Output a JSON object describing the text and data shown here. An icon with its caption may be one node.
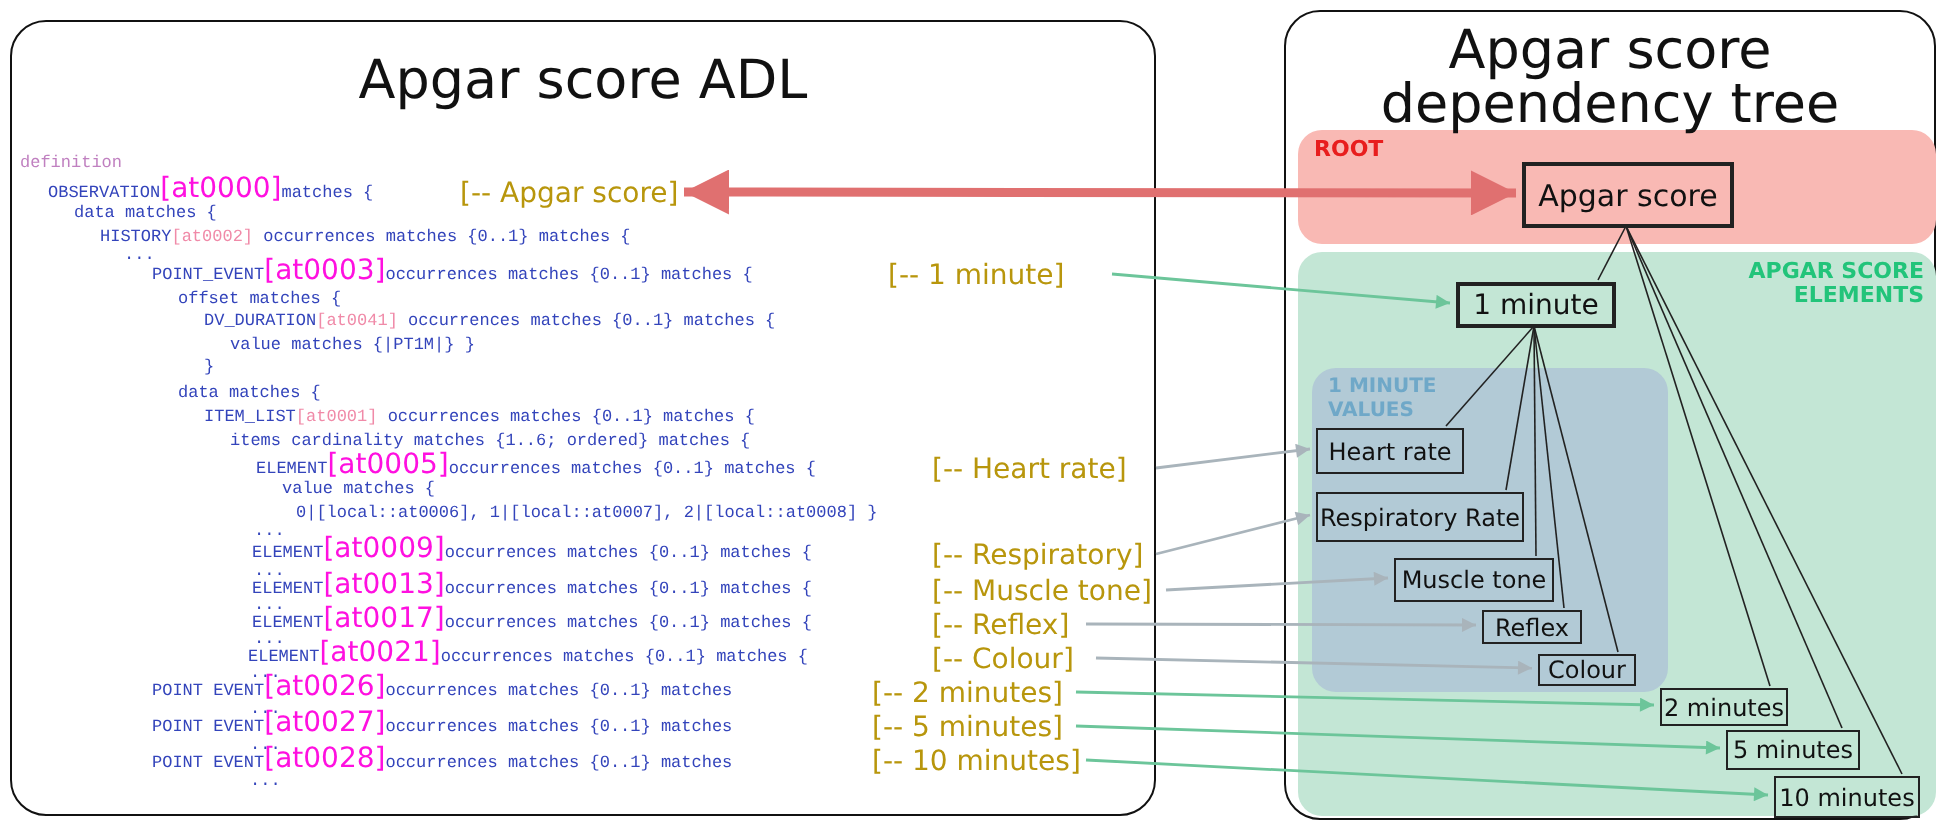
{
  "diagram": {
    "nodes": [
      {
        "text": [
          "Apgar score ADL"
        ]
      },
      {
        "text": [
          "[-- Apgar score]"
        ],
        "in": 0
      },
      {
        "text": [
          "[-- 1 minute]"
        ],
        "in": 0
      },
      {
        "text": [
          "[-- Heart rate]"
        ],
        "in": 0
      },
      {
        "text": [
          "[-- Respiratory]"
        ],
        "in": 0
      },
      {
        "text": [
          "[-- Muscle tone]"
        ],
        "in": 0
      },
      {
        "text": [
          "[-- Reflex]"
        ],
        "in": 0
      },
      {
        "text": [
          "[-- Colour]"
        ],
        "in": 0
      },
      {
        "text": [
          "[-- 2 minutes]"
        ],
        "in": 0
      },
      {
        "text": [
          "[-- 5 minutes]"
        ],
        "in": 0
      },
      {
        "text": [
          "[-- 10 minutes]"
        ],
        "in": 0
      },
      {
        "text": [
          "Apgar score dependency tree"
        ]
      },
      {
        "text": [
          "ROOT"
        ],
        "in": 11
      },
      {
        "text": [
          "Apgar score"
        ],
        "in": 12
      },
      {
        "text": [
          "APGAR SCORE ELEMENTS"
        ],
        "in": 11
      },
      {
        "text": [
          "1 minute"
        ],
        "in": 14
      },
      {
        "text": [
          "1 MINUTE VALUES"
        ],
        "in": 14
      },
      {
        "text": [
          "Heart rate"
        ],
        "in": 16
      },
      {
        "text": [
          "Respiratory Rate"
        ],
        "in": 16
      },
      {
        "text": [
          "Muscle tone"
        ],
        "in": 16
      },
      {
        "text": [
          "Reflex"
        ],
        "in": 16
      },
      {
        "text": [
          "Colour"
        ],
        "in": 16
      },
      {
        "text": [
          "2 minutes"
        ],
        "in": 14
      },
      {
        "text": [
          "5 minutes"
        ],
        "in": 14
      },
      {
        "text": [
          "10 minutes"
        ],
        "in": 14
      }
    ],
    "edges": [
      {
        "from": 13,
        "to": 15,
        "arrow": "none"
      },
      {
        "from": 13,
        "to": 22,
        "arrow": "none"
      },
      {
        "from": 13,
        "to": 23,
        "arrow": "none"
      },
      {
        "from": 13,
        "to": 24,
        "arrow": "none"
      },
      {
        "from": 15,
        "to": 17,
        "arrow": "none"
      },
      {
        "from": 15,
        "to": 18,
        "arrow": "none"
      },
      {
        "from": 15,
        "to": 19,
        "arrow": "none"
      },
      {
        "from": 15,
        "to": 20,
        "arrow": "none"
      },
      {
        "from": 15,
        "to": 21,
        "arrow": "none"
      },
      {
        "from": 1,
        "to": 13,
        "arrow": "both",
        "style": "thick",
        "color": "#e07070"
      },
      {
        "from": 2,
        "to": 15,
        "arrow": "to",
        "color": "#6cc59a"
      },
      {
        "from": 3,
        "to": 17,
        "arrow": "to",
        "color": "#a9b4bb"
      },
      {
        "from": 4,
        "to": 18,
        "arrow": "to",
        "color": "#a9b4bb"
      },
      {
        "from": 5,
        "to": 19,
        "arrow": "to",
        "color": "#a9b4bb"
      },
      {
        "from": 6,
        "to": 20,
        "arrow": "to",
        "color": "#a9b4bb"
      },
      {
        "from": 7,
        "to": 21,
        "arrow": "to",
        "color": "#a9b4bb"
      },
      {
        "from": 8,
        "to": 22,
        "arrow": "to",
        "color": "#6cc59a"
      },
      {
        "from": 9,
        "to": 23,
        "arrow": "to",
        "color": "#6cc59a"
      },
      {
        "from": 10,
        "to": 24,
        "arrow": "to",
        "color": "#6cc59a"
      }
    ],
    "labels": [
      "definition",
      "OBSERVATION[at0000]matches {",
      "data matches {",
      "HISTORY[at0002] occurrences matches {0..1} matches {",
      "...",
      "POINT_EVENT[at0003]occurrences matches {0..1} matches {",
      "offset matches {",
      "DV_DURATION[at0041] occurrences matches {0..1} matches {",
      "value matches {|PT1M|} }",
      "}",
      "data matches {",
      "ITEM_LIST[at0001] occurrences matches {0..1} matches {",
      "items cardinality matches {1..6; ordered} matches {",
      "ELEMENT[at0005]occurrences matches {0..1} matches {",
      "value matches {",
      "0|[local::at0006], 1|[local::at0007], 2|[local::at0008] }",
      "...",
      "ELEMENT[at0009]occurrences matches {0..1} matches {",
      "...",
      "ELEMENT[at0013]occurrences matches {0..1} matches {",
      "...",
      "ELEMENT[at0017]occurrences matches {0..1} matches {",
      "...",
      "ELEMENT[at0021]occurrences matches {0..1} matches {",
      "...",
      "POINT EVENT[at0026]occurrences matches {0..1} matches",
      "...",
      "POINT EVENT[at0027]occurrences matches {0..1} matches",
      "...",
      "POINT EVENT[at0028]occurrences matches {0..1} matches",
      "..."
    ]
  }
}
